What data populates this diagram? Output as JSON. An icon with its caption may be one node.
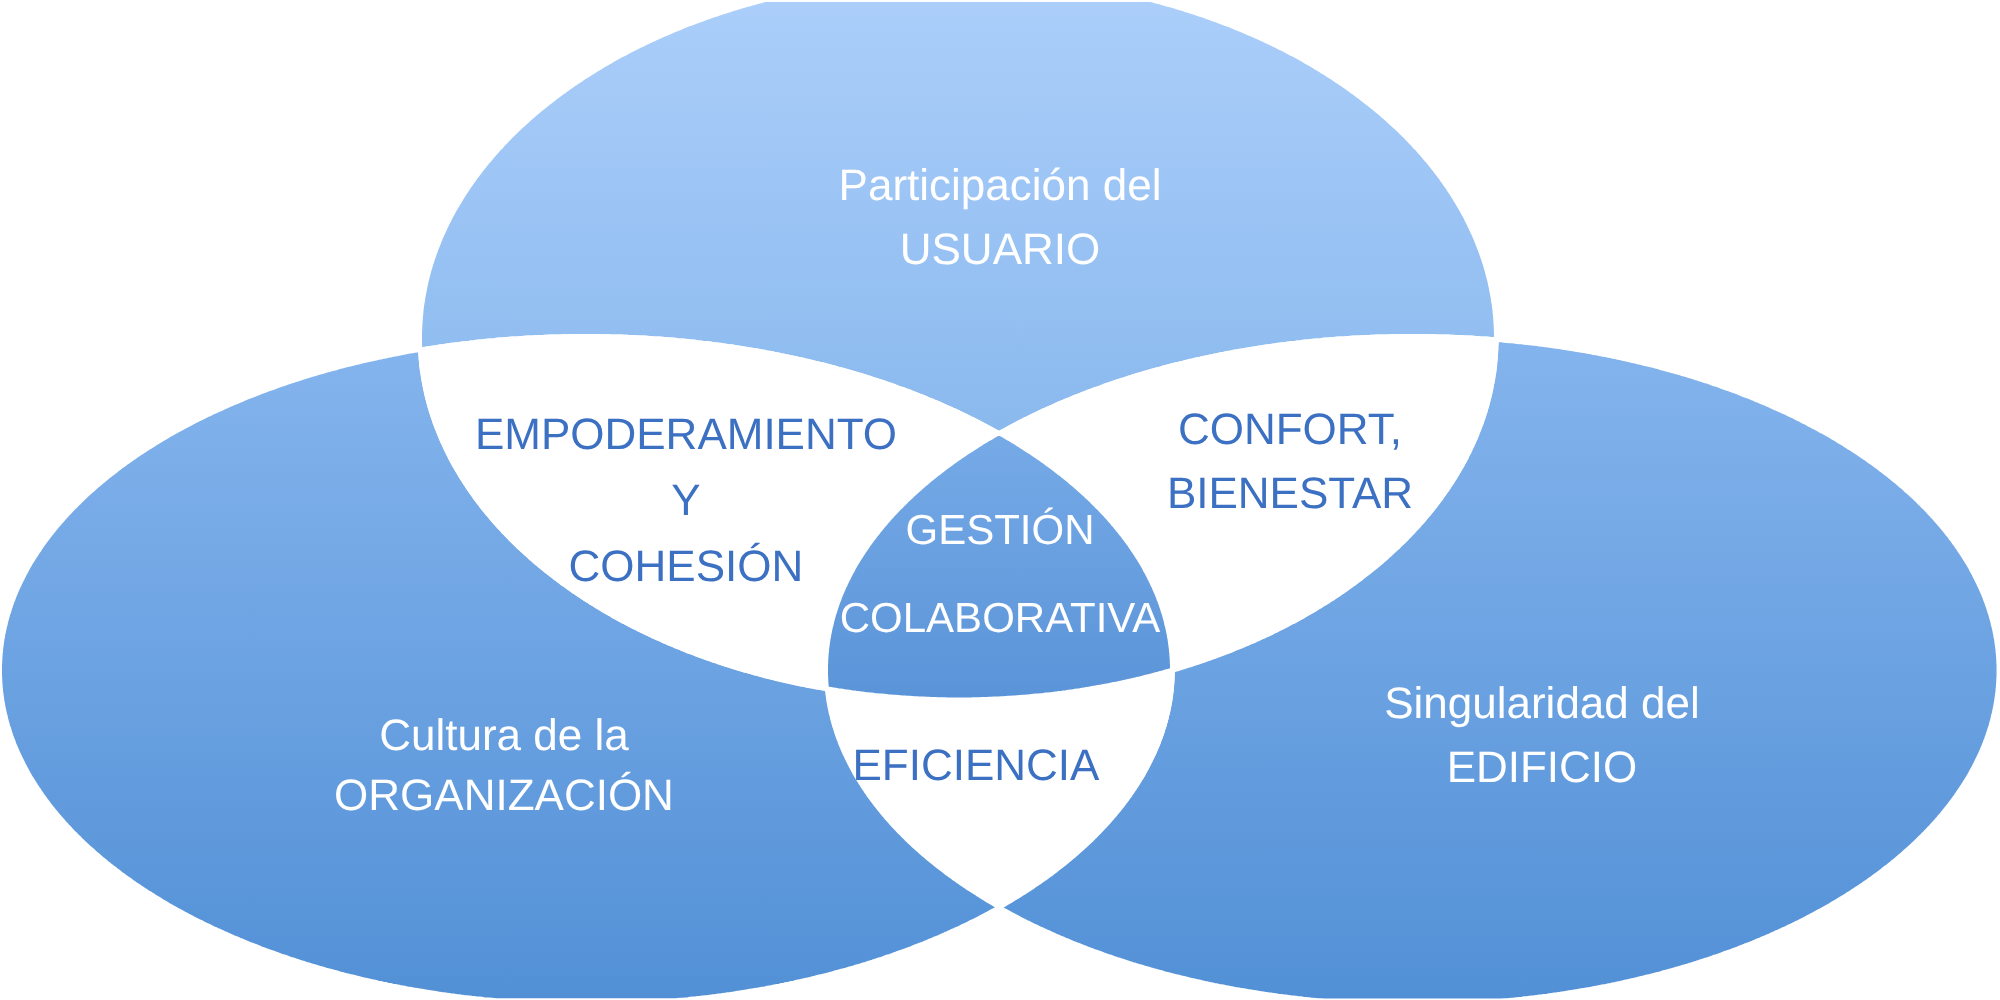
{
  "diagram": {
    "nodes": [
      {
        "text": [
          "Participación del USUARIO"
        ]
      },
      {
        "text": [
          "EMPODERAMIENTO Y COHESIÓN"
        ]
      },
      {
        "text": [
          "CONFORT, BIENESTAR"
        ]
      },
      {
        "text": [
          "GESTIÓN COLABORATIVA"
        ]
      },
      {
        "text": [
          "Cultura de la ORGANIZACIÓN"
        ]
      },
      {
        "text": [
          "EFICIENCIA"
        ]
      },
      {
        "text": [
          "Singularidad del EDIFICIO"
        ]
      }
    ]
  }
}
